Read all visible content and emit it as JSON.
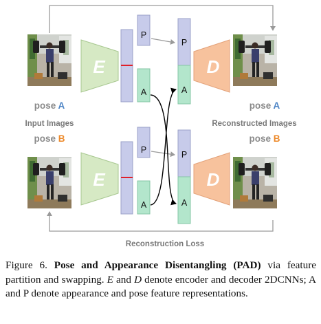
{
  "figure": {
    "pose_word": "pose",
    "pose_a_letter": "A",
    "pose_b_letter": "B",
    "input_images_label": "Input Images",
    "reconstructed_images_label": "Reconstructed Images",
    "encoder_label": "E",
    "decoder_label": "D",
    "pose_feature_label": "P",
    "appearance_feature_label": "A",
    "reconstruction_loss_label": "Reconstruction Loss",
    "colors": {
      "encoder": "#d6e9c4",
      "decoder": "#f7c29d",
      "pose_feature": "#c7cbea",
      "appearance_feature": "#b3e6cc",
      "pose_a_text": "#4f86c6",
      "pose_b_text": "#ed8a2b",
      "partition_line": "#e0202a"
    }
  },
  "caption": {
    "figure_number": "Figure 6.",
    "bold_title": "Pose and Appearance Disentangling (PAD)",
    "text_1": " via feature partition and swapping. ",
    "enc_symbol": "E",
    "text_2": " and ",
    "dec_symbol": "D",
    "text_3": " denote encoder and decoder 2DCNNs; A and P denote appearance and pose feature representations."
  }
}
